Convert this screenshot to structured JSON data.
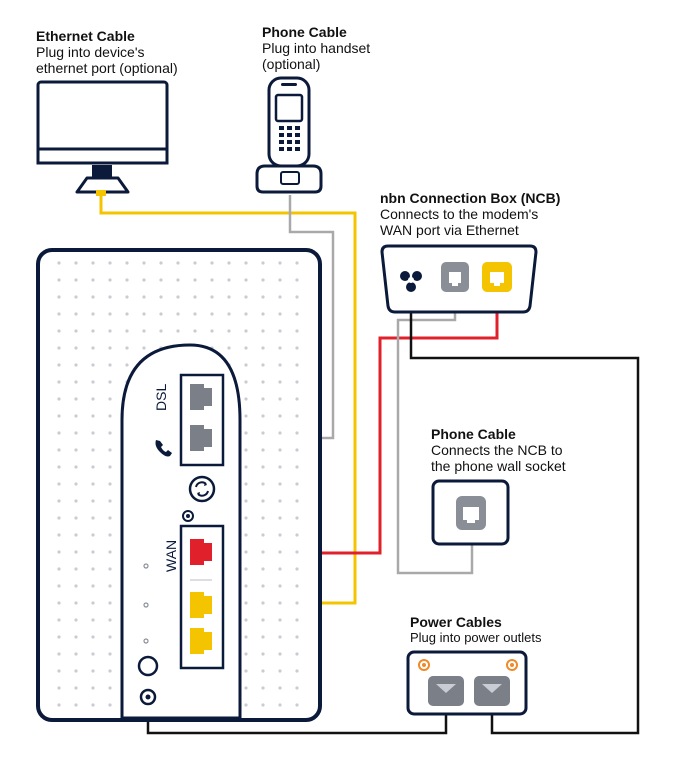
{
  "labels": {
    "ethernet": {
      "title": "Ethernet Cable",
      "desc": "Plug into device's\nethernet port (optional)"
    },
    "phone_top": {
      "title": "Phone Cable",
      "desc": "Plug into handset\n(optional)"
    },
    "ncb": {
      "title": "nbn Connection Box (NCB)",
      "desc": "Connects to the modem's\nWAN port via Ethernet"
    },
    "phone_wall": {
      "title": "Phone Cable",
      "desc": "Connects the NCB to\nthe phone wall socket"
    },
    "power": {
      "title": "Power Cables",
      "desc": "Plug into power outlets"
    }
  },
  "ports": {
    "dsl": "DSL",
    "wan": "WAN"
  },
  "colors": {
    "ethernet_yellow": "#f5c400",
    "wan_red": "#e0202a",
    "phone_gray": "#a9a9a9",
    "power_black": "#111111",
    "outline_navy": "#0b1a3a"
  }
}
